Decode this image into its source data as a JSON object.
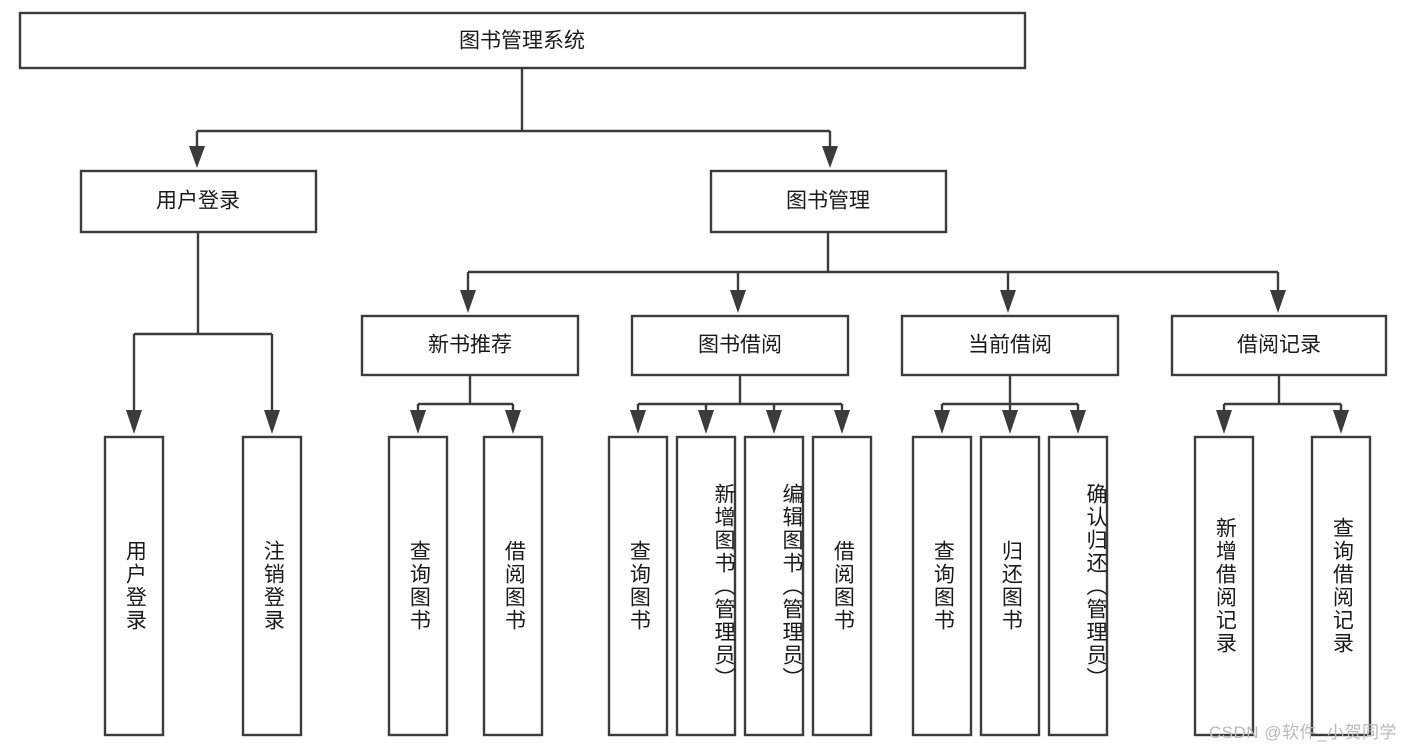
{
  "diagram": {
    "type": "tree",
    "title": "图书管理系统",
    "watermark": "CSDN @软件_小贺同学",
    "colors": {
      "box_stroke": "#3b3b3b",
      "box_fill": "#ffffff",
      "text": "#1a1a1a",
      "background": "#ffffff",
      "watermark_text": "#b9b9b9"
    },
    "root": {
      "label": "图书管理系统"
    },
    "level2": [
      {
        "label": "用户登录"
      },
      {
        "label": "图书管理"
      }
    ],
    "level3": [
      {
        "label": "新书推荐"
      },
      {
        "label": "图书借阅"
      },
      {
        "label": "当前借阅"
      },
      {
        "label": "借阅记录"
      }
    ],
    "leaves": {
      "user_login": [
        {
          "label": "用户登录"
        },
        {
          "label": "注销登录"
        }
      ],
      "new_book_recommend": [
        {
          "label": "查询图书"
        },
        {
          "label": "借阅图书"
        }
      ],
      "book_borrow": [
        {
          "label": "查询图书"
        },
        {
          "label": "新增图书（管理员）"
        },
        {
          "label": "编辑图书（管理员）"
        },
        {
          "label": "借阅图书"
        }
      ],
      "current_borrow": [
        {
          "label": "查询图书"
        },
        {
          "label": "归还图书"
        },
        {
          "label": "确认归还（管理员）"
        }
      ],
      "borrow_record": [
        {
          "label": "新增借阅记录"
        },
        {
          "label": "查询借阅记录"
        }
      ]
    }
  }
}
